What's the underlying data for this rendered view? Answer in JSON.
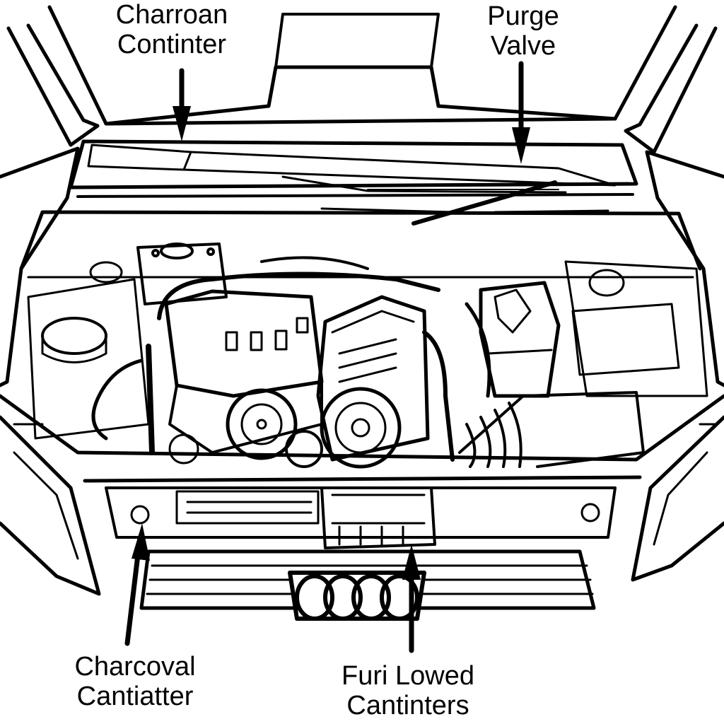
{
  "labels": {
    "top_left": {
      "line1": "Charroan",
      "line2": "Contintер"
    },
    "top_right": {
      "line1": "Purge",
      "line2": "Valve"
    },
    "bottom_left": {
      "line1": "Charcoval",
      "line2": "Cantiatter"
    },
    "bottom_right": {
      "line1": "Furi Lowed",
      "line2": "Cantinters"
    }
  },
  "colors": {
    "ink": "#000000",
    "paper": "#ffffff"
  },
  "icons": [
    "car-brand-logo-icon"
  ]
}
